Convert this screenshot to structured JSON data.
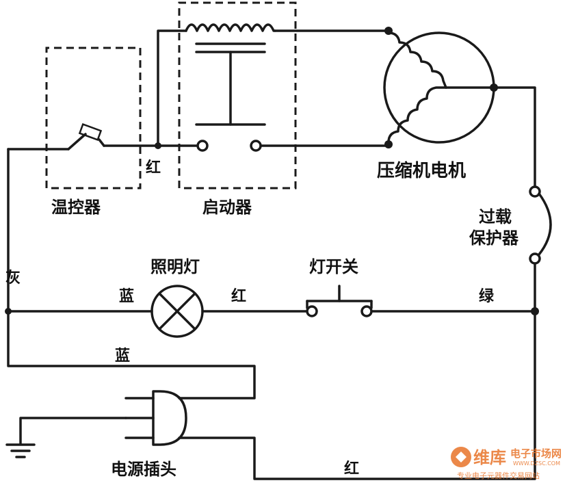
{
  "labels": {
    "thermostat": "温控器",
    "starter": "启动器",
    "compressor_motor": "压缩机电机",
    "overload_line1": "过载",
    "overload_line2": "保护器",
    "lamp": "照明灯",
    "lamp_switch": "灯开关",
    "power_plug": "电源插头"
  },
  "wire_colors": {
    "red_starter": "红",
    "gray": "灰",
    "blue_lamp": "蓝",
    "red_lamp": "红",
    "green": "绿",
    "blue_plug": "蓝",
    "red_plug": "红"
  },
  "watermark": {
    "brand": "维库",
    "market": "电子市场网",
    "url": "WWW.DZSC.COM",
    "slogan": "专业电子元器件交易网站",
    "color": "#e8742a"
  }
}
